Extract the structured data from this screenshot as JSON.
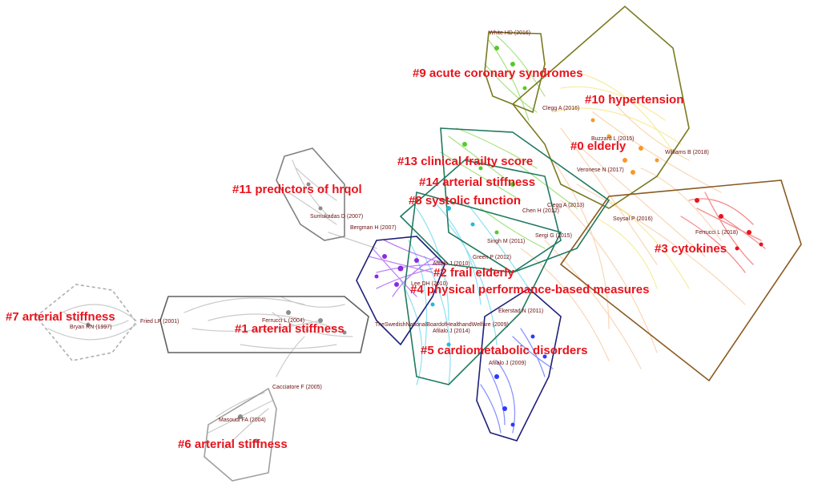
{
  "clusters": [
    {
      "id": "c0",
      "label": "#0 elderly",
      "color": "#f39a2b"
    },
    {
      "id": "c1",
      "label": "#1 arterial stiffness",
      "color": "#9a9a9a"
    },
    {
      "id": "c2",
      "label": "#2 frail elderly",
      "color": "#8a2be2"
    },
    {
      "id": "c3",
      "label": "#3 cytokines",
      "color": "#e8141d"
    },
    {
      "id": "c4",
      "label": "#4 physical performance-based measures",
      "color": "#20c0e0"
    },
    {
      "id": "c5",
      "label": "#5 cardiometabolic disorders",
      "color": "#2a3aff"
    },
    {
      "id": "c6",
      "label": "#6 arterial stiffness",
      "color": "#8c8c8c"
    },
    {
      "id": "c7",
      "label": "#7 arterial stiffness",
      "color": "#b4b4b4"
    },
    {
      "id": "c8",
      "label": "#8 systolic function",
      "color": "#2090e8"
    },
    {
      "id": "c9",
      "label": "#9 acute coronary syndromes",
      "color": "#7ad020"
    },
    {
      "id": "c10",
      "label": "#10 hypertension",
      "color": "#f5d040"
    },
    {
      "id": "c11",
      "label": "#11 predictors of hrqol",
      "color": "#a0a0a0"
    },
    {
      "id": "c13",
      "label": "#13 clinical frailty score",
      "color": "#38c838"
    },
    {
      "id": "c14",
      "label": "#14 arterial stiffness",
      "color": "#20b080"
    }
  ],
  "authors": [
    {
      "id": "a1",
      "text": "White HD (2016)"
    },
    {
      "id": "a2",
      "text": "Clegg A (2016)"
    },
    {
      "id": "a3",
      "text": "Williams B (2018)"
    },
    {
      "id": "a4",
      "text": "Veronese N (2017)"
    },
    {
      "id": "a5",
      "text": "Soysal P (2016)"
    },
    {
      "id": "a6",
      "text": "Ferrucci L (2018)"
    },
    {
      "id": "a7",
      "text": "Sumukadas D (2007)"
    },
    {
      "id": "a8",
      "text": "Bergman H (2007)"
    },
    {
      "id": "a9",
      "text": "Singh M (2011)"
    },
    {
      "id": "a10",
      "text": "Sergi G (2015)"
    },
    {
      "id": "a11",
      "text": "Afilalo J (2010)"
    },
    {
      "id": "a12",
      "text": "Lee DH (2010)"
    },
    {
      "id": "a13",
      "text": "Fried LP (2001)"
    },
    {
      "id": "a14",
      "text": "Bryan RN (1997)"
    },
    {
      "id": "a15",
      "text": "Ferrucci L (2004)"
    },
    {
      "id": "a16",
      "text": "Ekerstad N (2011)"
    },
    {
      "id": "a17",
      "text": "Afilalo J (2014)"
    },
    {
      "id": "a18",
      "text": "TheSwedishNationalBoardofHealthandWelfare (2009)"
    },
    {
      "id": "a19",
      "text": "Afilalo J (2009)"
    },
    {
      "id": "a20",
      "text": "Cacciatore F (2005)"
    },
    {
      "id": "a21",
      "text": "Masoudi FA (2004)"
    },
    {
      "id": "a22",
      "text": "Green P (2012)"
    },
    {
      "id": "a23",
      "text": "Chen H (2012)"
    },
    {
      "id": "a24",
      "text": "Clegg A (2013)"
    },
    {
      "id": "a25",
      "text": "Buzzard L (2015)"
    }
  ]
}
